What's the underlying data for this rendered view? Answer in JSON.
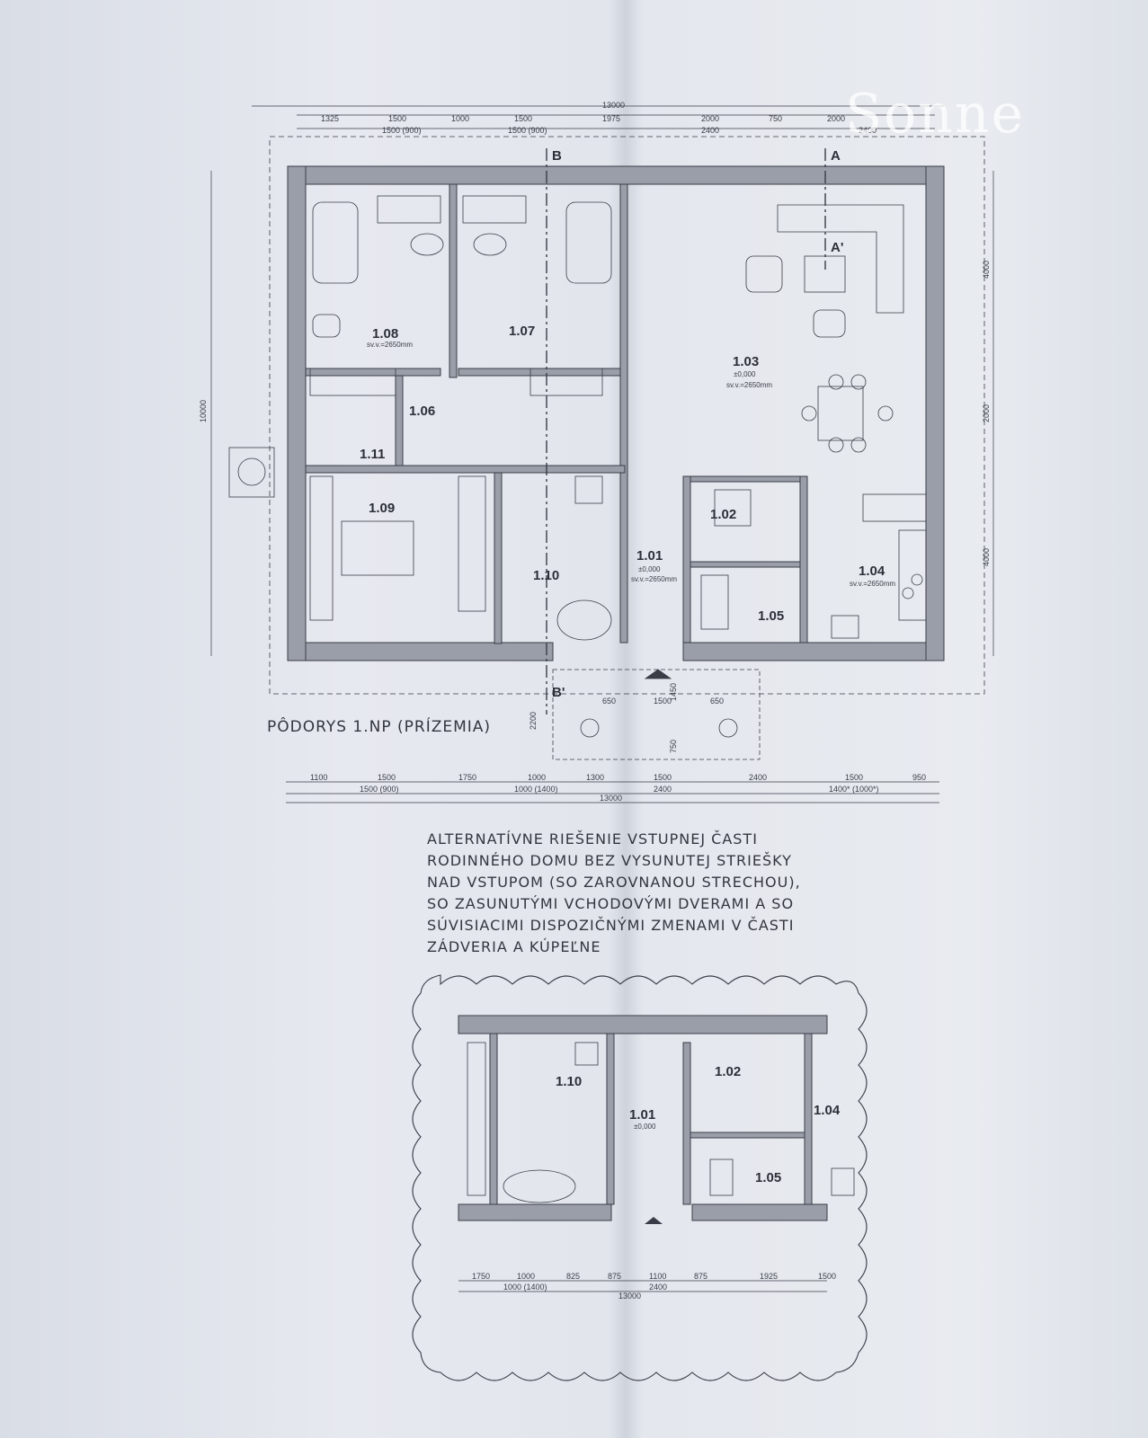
{
  "watermark": "Sonne",
  "plan_title": "PÔDORYS 1.NP (PRÍZEMIA)",
  "note_lines": [
    "ALTERNATÍVNE RIEŠENIE VSTUPNEJ ČASTI",
    "RODINNÉHO DOMU BEZ VYSUNUTEJ STRIEŠKY",
    "NAD VSTUPOM (SO ZAROVNANOU STRECHOU),",
    "SO ZASUNUTÝMI VCHODOVÝMI DVERAMI A SO",
    "SÚVISIACIMI DISPOZIČNÝMI ZMENAMI V ČASTI",
    "ZÁDVERIA A KÚPEĽNE"
  ],
  "rooms": {
    "r108": "1.08",
    "r107": "1.07",
    "r103": "1.03",
    "r106": "1.06",
    "r111": "1.11",
    "r109": "1.09",
    "r110": "1.10",
    "r101": "1.01",
    "r102": "1.02",
    "r104": "1.04",
    "r105": "1.05"
  },
  "level": "±0,000",
  "room_height": "sv.v.=2650mm",
  "section_marks": {
    "a": "A",
    "b": "B",
    "a2": "A'",
    "b2": "B'"
  },
  "top_dims_row1": [
    "1325",
    "1500",
    "1000",
    "1500",
    "1975",
    "2000",
    "750",
    "2000"
  ],
  "top_dims_row2": [
    "1500 (900)",
    "1500 (900)",
    "2400",
    "2400"
  ],
  "overall": "13000",
  "left_overall": "10000",
  "right_dims": [
    "4000",
    "2000",
    "4000"
  ],
  "bottom_dims_row1": [
    "1100",
    "1500",
    "1750",
    "1000",
    "1300",
    "1500",
    "2400",
    "1500",
    "950"
  ],
  "bottom_dims_row2": [
    "1500 (900)",
    "1000 (1400)",
    "2400",
    "1400* (1000*)"
  ],
  "entry_dims": [
    "650",
    "1500",
    "650",
    "2200",
    "1450",
    "750"
  ],
  "alt_rooms": {
    "r110": "1.10",
    "r101": "1.01",
    "r102": "1.02",
    "r104": "1.04",
    "r105": "1.05"
  },
  "alt_bottom_dims_row1": [
    "1750",
    "1000",
    "825",
    "875",
    "1100",
    "875",
    "1925",
    "1500"
  ],
  "alt_bottom_dims_row2": [
    "1000 (1400)",
    "2400"
  ],
  "alt_overall": "13000"
}
